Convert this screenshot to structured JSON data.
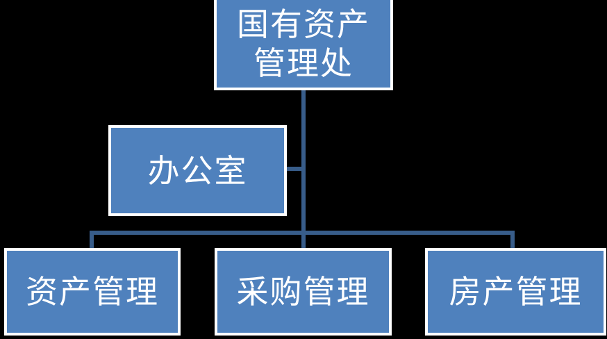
{
  "diagram": {
    "type": "org-chart",
    "nodes": {
      "root": {
        "label": "国有资产\n管理处"
      },
      "office": {
        "label": "办公室"
      },
      "assets": {
        "label": "资产管理"
      },
      "procurement": {
        "label": "采购管理"
      },
      "property": {
        "label": "房产管理"
      }
    },
    "edges": [
      {
        "from": "root",
        "to": "office"
      },
      {
        "from": "root",
        "to": "assets"
      },
      {
        "from": "root",
        "to": "procurement"
      },
      {
        "from": "root",
        "to": "property"
      }
    ]
  },
  "colors": {
    "background": "#000000",
    "node_fill": "#4F81BD",
    "node_border": "#FFFFFF",
    "connector": "#385D8A",
    "text": "#FFFFFF"
  }
}
